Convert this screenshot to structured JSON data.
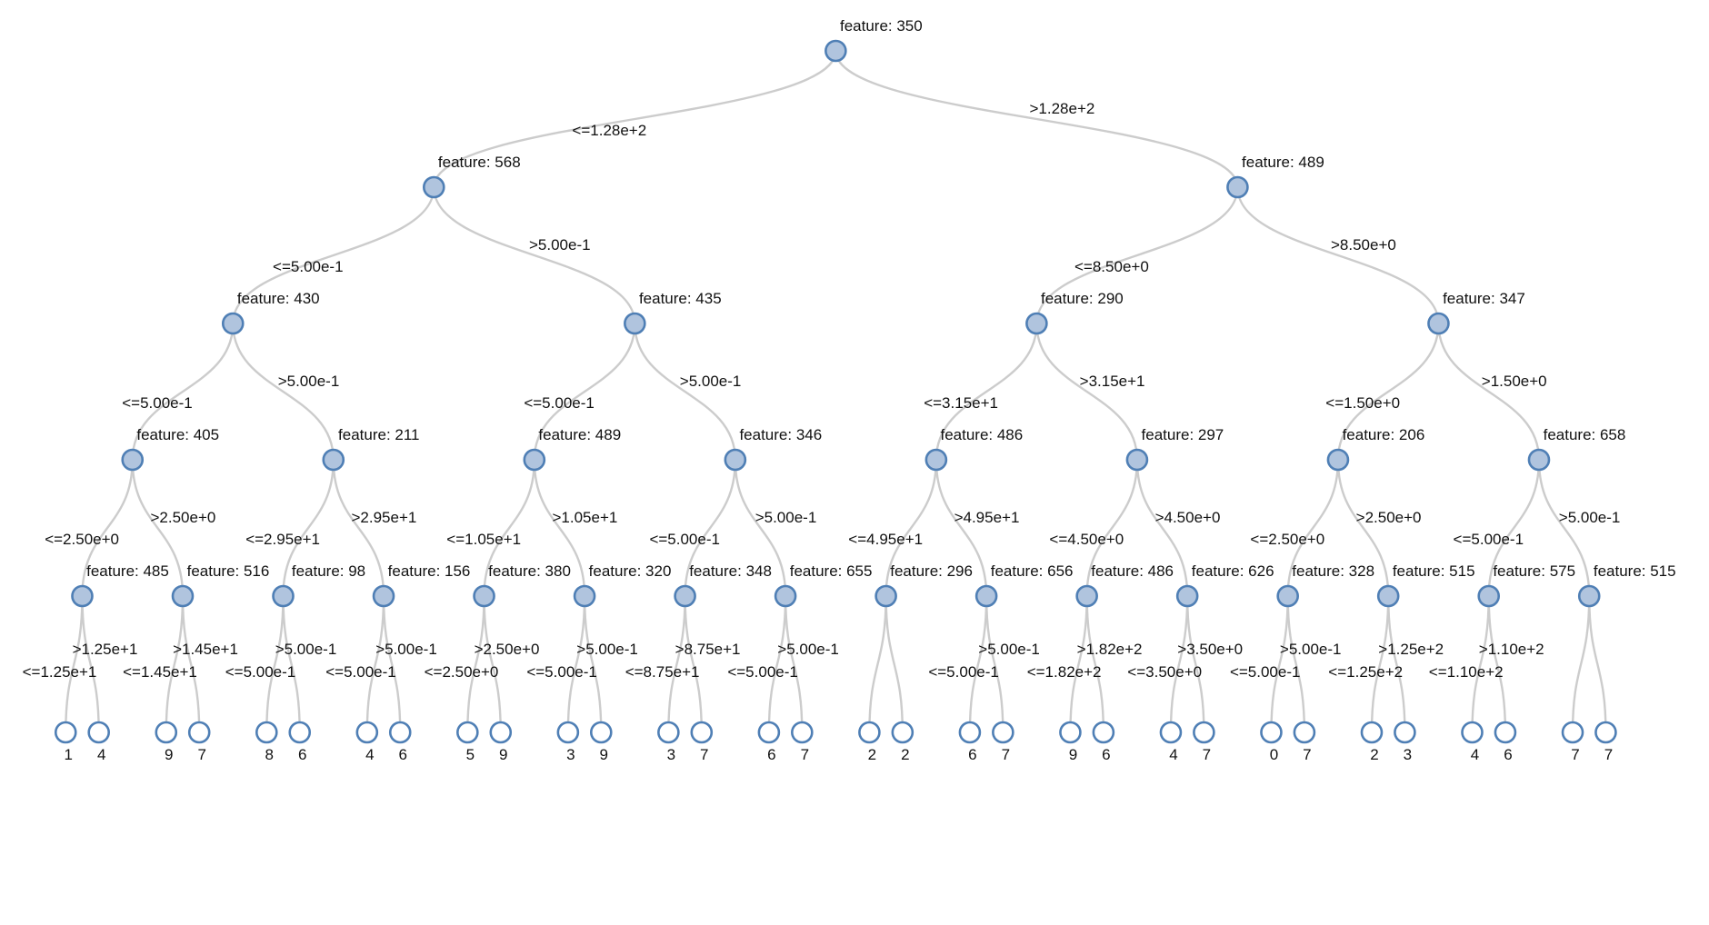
{
  "colors": {
    "link": "#cccccc",
    "internal_node_fill": "#b0c4de",
    "node_stroke": "#4f7fb5",
    "leaf_fill": "#ffffff"
  },
  "tree": {
    "label": "feature: 350",
    "children": [
      {
        "edge": "<=1.28e+2",
        "label": "feature: 568",
        "children": [
          {
            "edge": "<=5.00e-1",
            "label": "feature: 430",
            "children": [
              {
                "edge": "<=5.00e-1",
                "label": "feature: 405",
                "children": [
                  {
                    "edge": "<=2.50e+0",
                    "label": "feature: 485",
                    "children": [
                      {
                        "edge": "<=1.25e+1",
                        "leaf": "1"
                      },
                      {
                        "edge": ">1.25e+1",
                        "leaf": "4"
                      }
                    ]
                  },
                  {
                    "edge": ">2.50e+0",
                    "label": "feature: 516",
                    "children": [
                      {
                        "edge": "<=1.45e+1",
                        "leaf": "9"
                      },
                      {
                        "edge": ">1.45e+1",
                        "leaf": "7"
                      }
                    ]
                  }
                ]
              },
              {
                "edge": ">5.00e-1",
                "label": "feature: 211",
                "children": [
                  {
                    "edge": "<=2.95e+1",
                    "label": "feature: 98",
                    "children": [
                      {
                        "edge": "<=5.00e-1",
                        "leaf": "8"
                      },
                      {
                        "edge": ">5.00e-1",
                        "leaf": "6"
                      }
                    ]
                  },
                  {
                    "edge": ">2.95e+1",
                    "label": "feature: 156",
                    "children": [
                      {
                        "edge": "<=5.00e-1",
                        "leaf": "4"
                      },
                      {
                        "edge": ">5.00e-1",
                        "leaf": "6"
                      }
                    ]
                  }
                ]
              }
            ]
          },
          {
            "edge": ">5.00e-1",
            "label": "feature: 435",
            "children": [
              {
                "edge": "<=5.00e-1",
                "label": "feature: 489",
                "children": [
                  {
                    "edge": "<=1.05e+1",
                    "label": "feature: 380",
                    "children": [
                      {
                        "edge": "<=2.50e+0",
                        "leaf": "5"
                      },
                      {
                        "edge": ">2.50e+0",
                        "leaf": "9"
                      }
                    ]
                  },
                  {
                    "edge": ">1.05e+1",
                    "label": "feature: 320",
                    "children": [
                      {
                        "edge": "<=5.00e-1",
                        "leaf": "3"
                      },
                      {
                        "edge": ">5.00e-1",
                        "leaf": "9"
                      }
                    ]
                  }
                ]
              },
              {
                "edge": ">5.00e-1",
                "label": "feature: 346",
                "children": [
                  {
                    "edge": "<=5.00e-1",
                    "label": "feature: 348",
                    "children": [
                      {
                        "edge": "<=8.75e+1",
                        "leaf": "3"
                      },
                      {
                        "edge": ">8.75e+1",
                        "leaf": "7"
                      }
                    ]
                  },
                  {
                    "edge": ">5.00e-1",
                    "label": "feature: 655",
                    "children": [
                      {
                        "edge": "<=5.00e-1",
                        "leaf": "6"
                      },
                      {
                        "edge": ">5.00e-1",
                        "leaf": "7"
                      }
                    ]
                  }
                ]
              }
            ]
          }
        ]
      },
      {
        "edge": ">1.28e+2",
        "label": "feature: 489",
        "children": [
          {
            "edge": "<=8.50e+0",
            "label": "feature: 290",
            "children": [
              {
                "edge": "<=3.15e+1",
                "label": "feature: 486",
                "children": [
                  {
                    "edge": "<=4.95e+1",
                    "label": "feature: 296",
                    "children": [
                      {
                        "edge": "",
                        "leaf": "2"
                      },
                      {
                        "edge": "",
                        "leaf": "2"
                      }
                    ]
                  },
                  {
                    "edge": ">4.95e+1",
                    "label": "feature: 656",
                    "children": [
                      {
                        "edge": "<=5.00e-1",
                        "leaf": "6"
                      },
                      {
                        "edge": ">5.00e-1",
                        "leaf": "7"
                      }
                    ]
                  }
                ]
              },
              {
                "edge": ">3.15e+1",
                "label": "feature: 297",
                "children": [
                  {
                    "edge": "<=4.50e+0",
                    "label": "feature: 486",
                    "children": [
                      {
                        "edge": "<=1.82e+2",
                        "leaf": "9"
                      },
                      {
                        "edge": ">1.82e+2",
                        "leaf": "6"
                      }
                    ]
                  },
                  {
                    "edge": ">4.50e+0",
                    "label": "feature: 626",
                    "children": [
                      {
                        "edge": "<=3.50e+0",
                        "leaf": "4"
                      },
                      {
                        "edge": ">3.50e+0",
                        "leaf": "7"
                      }
                    ]
                  }
                ]
              }
            ]
          },
          {
            "edge": ">8.50e+0",
            "label": "feature: 347",
            "children": [
              {
                "edge": "<=1.50e+0",
                "label": "feature: 206",
                "children": [
                  {
                    "edge": "<=2.50e+0",
                    "label": "feature: 328",
                    "children": [
                      {
                        "edge": "<=5.00e-1",
                        "leaf": "0"
                      },
                      {
                        "edge": ">5.00e-1",
                        "leaf": "7"
                      }
                    ]
                  },
                  {
                    "edge": ">2.50e+0",
                    "label": "feature: 515",
                    "children": [
                      {
                        "edge": "<=1.25e+2",
                        "leaf": "2"
                      },
                      {
                        "edge": ">1.25e+2",
                        "leaf": "3"
                      }
                    ]
                  }
                ]
              },
              {
                "edge": ">1.50e+0",
                "label": "feature: 658",
                "children": [
                  {
                    "edge": "<=5.00e-1",
                    "label": "feature: 575",
                    "children": [
                      {
                        "edge": "<=1.10e+2",
                        "leaf": "4"
                      },
                      {
                        "edge": ">1.10e+2",
                        "leaf": "6"
                      }
                    ]
                  },
                  {
                    "edge": ">5.00e-1",
                    "label": "feature: 515",
                    "children": [
                      {
                        "edge": "",
                        "leaf": "7"
                      },
                      {
                        "edge": "",
                        "leaf": "7"
                      }
                    ]
                  }
                ]
              }
            ]
          }
        ]
      }
    ]
  }
}
